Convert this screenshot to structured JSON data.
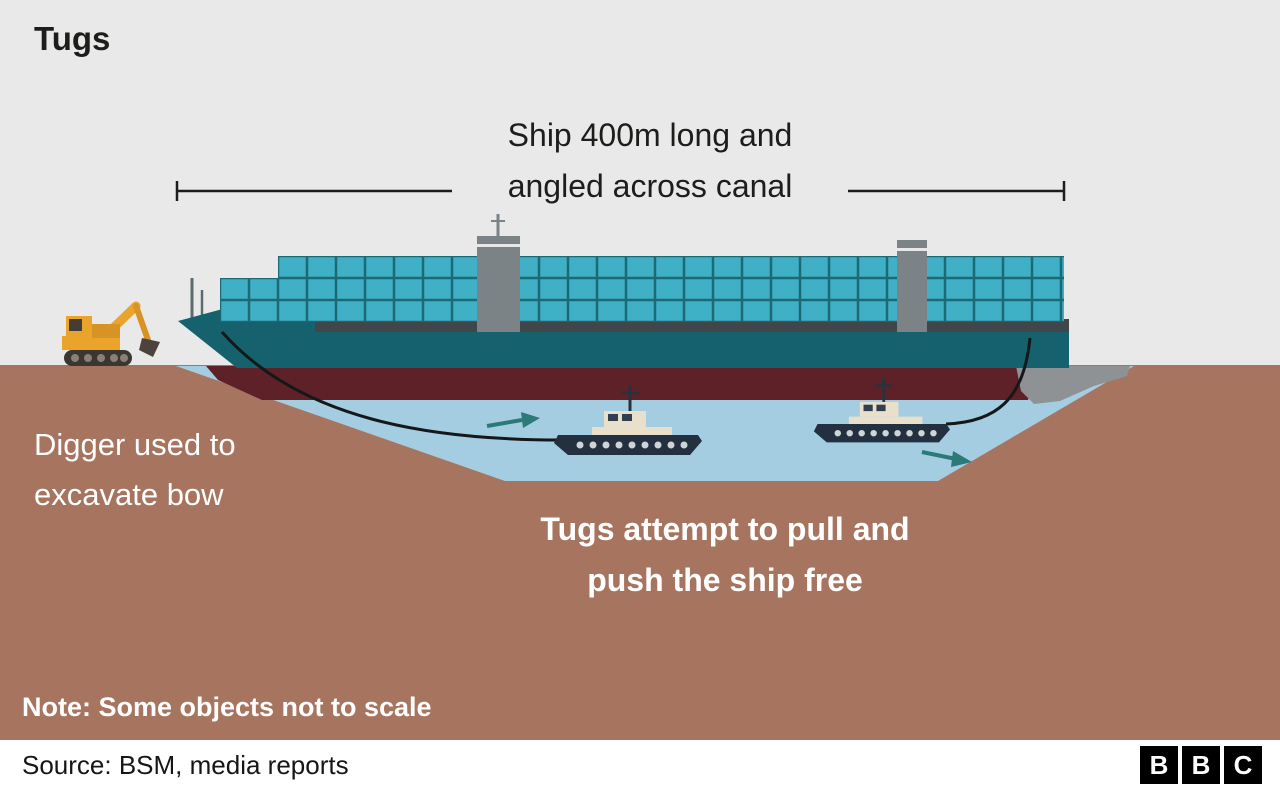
{
  "title": "Tugs",
  "ship_label": {
    "line1": "Ship 400m long and",
    "line2": "angled across canal"
  },
  "digger_label": {
    "line1": "Digger used to",
    "line2": "excavate bow"
  },
  "tugs_label": {
    "line1": "Tugs attempt to pull and",
    "line2": "push the ship free"
  },
  "note": "Note: Some objects not to scale",
  "footer": {
    "source": "Source: BSM, media reports"
  },
  "logo": {
    "letters": [
      "B",
      "B",
      "C"
    ]
  },
  "colors": {
    "background": "#e9e9e9",
    "ground": "#a7745f",
    "water": "#a5cde1",
    "ship_hull": "#15626e",
    "ship_underhull": "#5e2127",
    "containers": "#3fb0c6",
    "container_grid": "#1b6a74",
    "tower_gray": "#7b8386",
    "tug_hull": "#22303f",
    "tug_cabin": "#e8e0ca",
    "digger_yellow": "#eaa42b",
    "arrow_teal": "#2b7a78",
    "rope_black": "#15181a",
    "text_dark": "#1d1d1b",
    "text_light": "#ffffff"
  }
}
